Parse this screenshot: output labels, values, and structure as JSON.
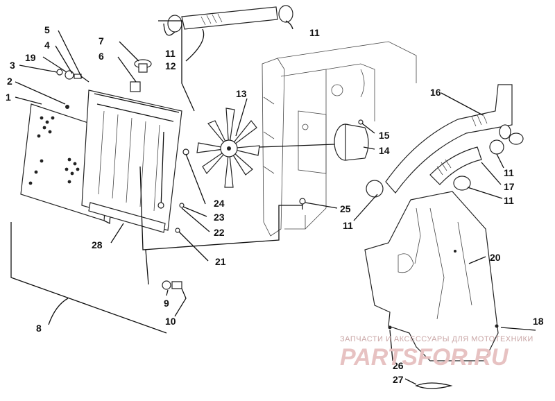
{
  "callouts": [
    {
      "id": "c1",
      "text": "1"
    },
    {
      "id": "c2",
      "text": "2"
    },
    {
      "id": "c3",
      "text": "3"
    },
    {
      "id": "c19",
      "text": "19"
    },
    {
      "id": "c4",
      "text": "4"
    },
    {
      "id": "c5",
      "text": "5"
    },
    {
      "id": "c6",
      "text": "6"
    },
    {
      "id": "c7",
      "text": "7"
    },
    {
      "id": "c11a",
      "text": "11"
    },
    {
      "id": "c12",
      "text": "12"
    },
    {
      "id": "c11b",
      "text": "11"
    },
    {
      "id": "c13",
      "text": "13"
    },
    {
      "id": "c15",
      "text": "15"
    },
    {
      "id": "c14",
      "text": "14"
    },
    {
      "id": "c16",
      "text": "16"
    },
    {
      "id": "c11c",
      "text": "11"
    },
    {
      "id": "c17",
      "text": "17"
    },
    {
      "id": "c11d",
      "text": "11"
    },
    {
      "id": "c24",
      "text": "24"
    },
    {
      "id": "c23",
      "text": "23"
    },
    {
      "id": "c22",
      "text": "22"
    },
    {
      "id": "c25",
      "text": "25"
    },
    {
      "id": "c11e",
      "text": "11"
    },
    {
      "id": "c28",
      "text": "28"
    },
    {
      "id": "c21",
      "text": "21"
    },
    {
      "id": "c20",
      "text": "20"
    },
    {
      "id": "c9",
      "text": "9"
    },
    {
      "id": "c10",
      "text": "10"
    },
    {
      "id": "c8",
      "text": "8"
    },
    {
      "id": "c18",
      "text": "18"
    },
    {
      "id": "c26",
      "text": "26"
    },
    {
      "id": "c27",
      "text": "27"
    }
  ],
  "watermark": {
    "line1": "ЗАПЧАСТИ И АКСЕССУАРЫ ДЛЯ МОТОТЕХНИКИ",
    "line2": "PARTSFOR.RU",
    "color": "#e0b4b4"
  }
}
